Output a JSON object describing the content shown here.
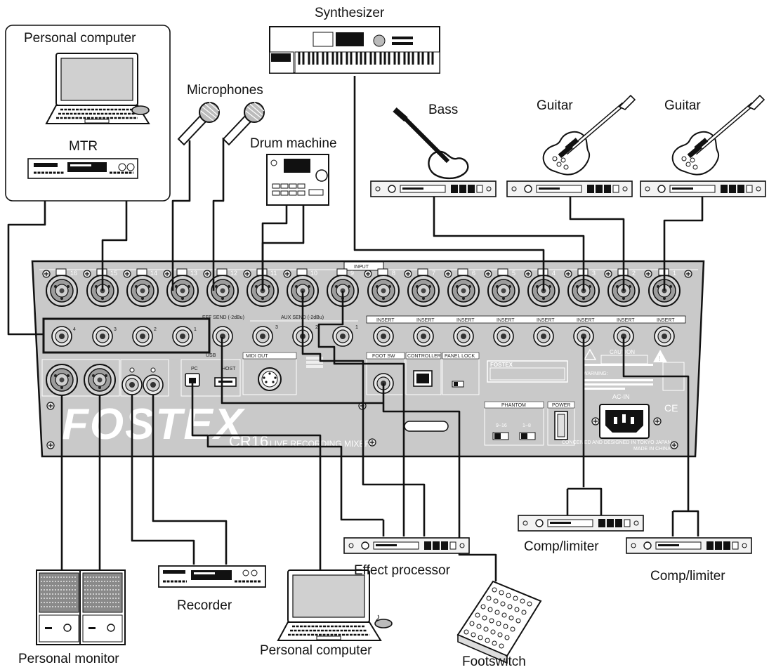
{
  "devices": {
    "personal_computer_top": "Personal computer",
    "mtr": "MTR",
    "microphones": "Microphones",
    "synthesizer": "Synthesizer",
    "drum_machine": "Drum machine",
    "bass": "Bass",
    "guitar_1": "Guitar",
    "guitar_2": "Guitar",
    "personal_monitor": "Personal monitor",
    "recorder": "Recorder",
    "personal_computer_bottom": "Personal computer",
    "effect_processor": "Effect processor",
    "footswitch": "Footswitch",
    "comp_limiter_1": "Comp/limiter",
    "comp_limiter_2": "Comp/limiter"
  },
  "mixer": {
    "brand": "FOSTEX",
    "model": "CR16",
    "subtitle": "LIVE RECORDING MIXER",
    "input_label": "INPUT",
    "channel_numbers": [
      "16",
      "15",
      "14",
      "13",
      "12",
      "11",
      "10",
      "9",
      "8",
      "7",
      "6",
      "5",
      "4",
      "3",
      "2",
      "1"
    ],
    "tape_jack_numbers": [
      "4",
      "3",
      "2",
      "1"
    ],
    "eff_send_label": "EFF SEND (-2dBu)",
    "aux_send_label": "AUX SEND (-2dBu)",
    "aux_send_numbers": [
      "3",
      "2",
      "1"
    ],
    "insert_label": "INSERT",
    "usb_label": "USB",
    "pc_label": "PC",
    "host_label": "HOST",
    "midi_out_label": "MIDI OUT",
    "foot_sw_label": "FOOT SW",
    "controller_label": "CONTROLLER",
    "panel_lock_label": "PANEL LOCK",
    "badge_brand": "FOSTEX",
    "phantom_label": "PHANTOM",
    "phantom_ranges": [
      "9~16",
      "1~8"
    ],
    "power_label": "POWER",
    "ac_in_label": "AC-IN",
    "caution_label": "CAUTION",
    "warning_label": "WARNING:",
    "origin_text": "CONCEIVED AND DESIGNED IN TOKYO JAPAN",
    "made_in_text": "MADE IN CHINA",
    "ce_mark": "CE"
  }
}
